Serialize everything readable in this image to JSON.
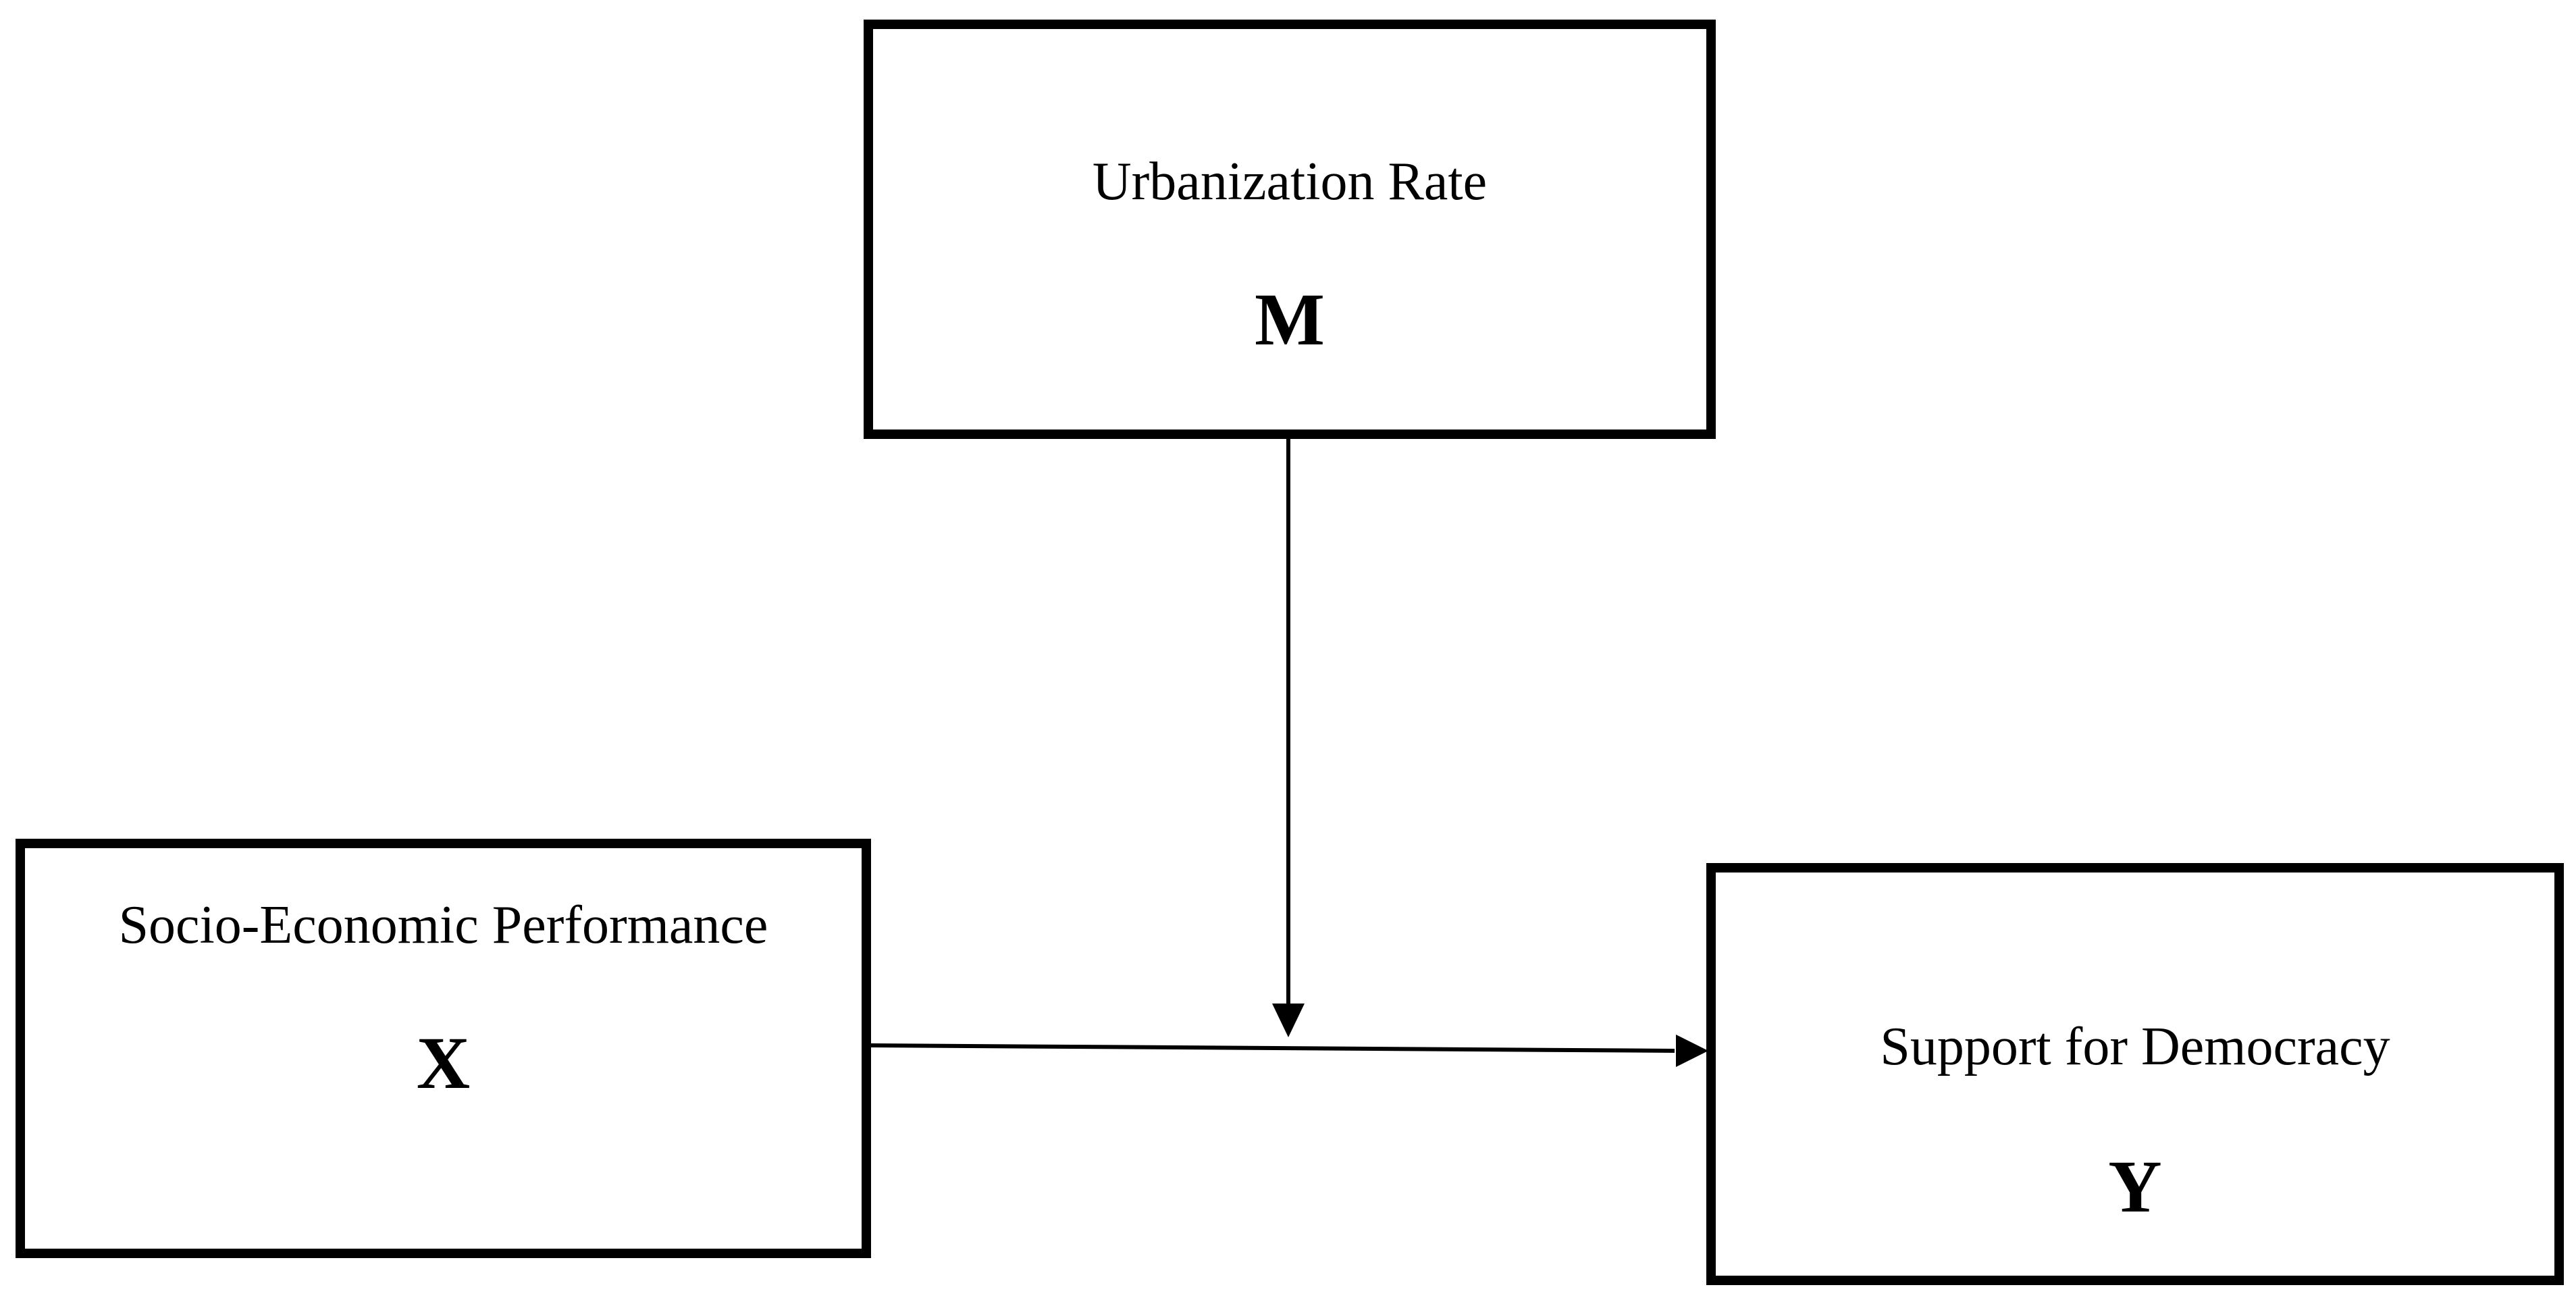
{
  "nodes": {
    "m": {
      "label": "Urbanization Rate",
      "symbol": "M"
    },
    "x": {
      "label": "Socio-Economic Performance",
      "symbol": "X"
    },
    "y": {
      "label": "Support for Democracy",
      "symbol": "Y"
    }
  },
  "edges": [
    {
      "from": "x",
      "to": "y",
      "type": "direct-effect"
    },
    {
      "from": "m",
      "to": "x-y-path",
      "type": "moderation"
    }
  ]
}
